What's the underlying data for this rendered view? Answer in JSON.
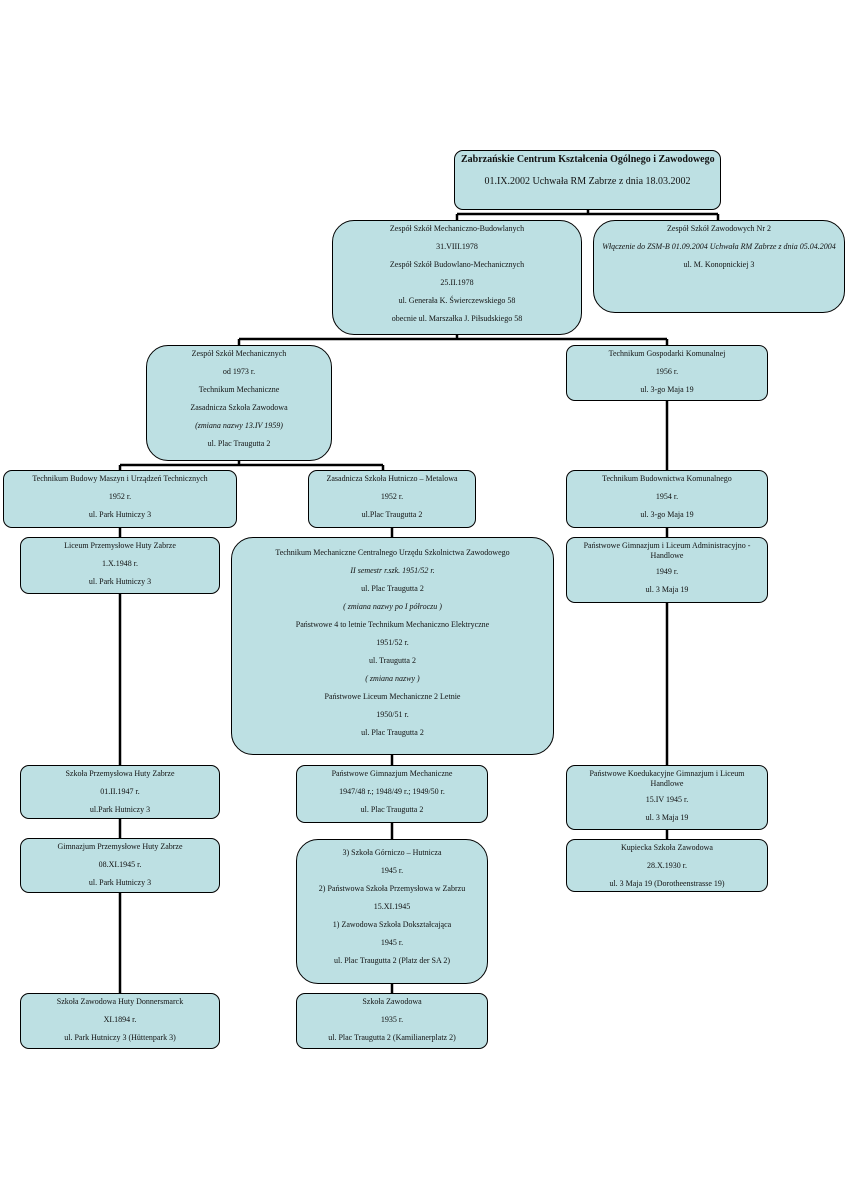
{
  "colors": {
    "box_fill": "#bde0e3",
    "line": "#000000"
  },
  "boxes": {
    "root": [
      "Zabrzańskie Centrum Kształcenia Ogólnego i Zawodowego",
      "01.IX.2002   Uchwała RM Zabrze z dnia 18.03.2002"
    ],
    "zsmb": [
      "Zespół Szkół Mechaniczno-Budowlanych",
      "31.VIII.1978",
      "Zespół Szkół Budowlano-Mechanicznych",
      "25.II.1978",
      "ul. Generała K. Świerczewskiego 58",
      "obecnie ul. Marszałka J. Piłsudskiego 58"
    ],
    "zsz2": [
      "Zespół Szkół Zawodowych Nr 2",
      "Włączenie do ZSM-B 01.09.2004 Uchwała RM Zabrze z dnia 05.04.2004",
      "ul. M. Konopnickiej 3"
    ],
    "zsm": [
      "Zespół Szkół Mechanicznych",
      "od 1973 r.",
      "Technikum Mechaniczne",
      "Zasadnicza Szkoła Zawodowa",
      "(zmiana nazwy 13.IV 1959)",
      "ul. Plac Traugutta 2"
    ],
    "tgk": [
      "Technikum  Gospodarki Komunalnej",
      "1956 r.",
      "ul. 3-go Maja 19"
    ],
    "tbm": [
      "Technikum Budowy Maszyn i Urządzeń Technicznych",
      "1952 r.",
      "ul. Park Hutniczy 3"
    ],
    "zsh": [
      "Zasadnicza Szkoła Hutniczo – Metalowa",
      "1952 r.",
      "ul.Plac Traugutta 2"
    ],
    "tbk": [
      "Technikum Budownictwa Komunalnego",
      "1954 r.",
      "ul. 3-go Maja 19"
    ],
    "lp": [
      "Liceum Przemysłowe Huty Zabrze",
      "1.X.1948 r.",
      "ul. Park Hutniczy 3"
    ],
    "tmc": [
      "Technikum Mechaniczne Centralnego Urzędu Szkolnictwa Zawodowego",
      "II semestr r.szk. 1951/52 r.",
      "ul. Plac Traugutta 2",
      "( zmiana nazwy po I półroczu )",
      "Państwowe 4   to letnie Technikum Mechaniczno    Elektryczne",
      "1951/52 r.",
      "ul. Traugutta 2",
      "( zmiana nazwy )",
      "Państwowe Liceum Mechaniczne 2    Letnie",
      "1950/51 r.",
      "ul. Plac Traugutta 2"
    ],
    "pgla": [
      "Państwowe Gimnazjum i Liceum Administracyjno - Handlowe",
      "1949 r.",
      "ul. 3 Maja 19"
    ],
    "sp": [
      "Szkoła Przemysłowa Huty Zabrze",
      "01.II.1947 r.",
      "ul.Park Hutniczy 3"
    ],
    "pgm": [
      "Państwowe Gimnazjum Mechaniczne",
      "1947/48 r.; 1948/49 r.; 1949/50 r.",
      "ul. Plac Traugutta 2"
    ],
    "pkg": [
      "Państwowe Koedukacyjne Gimnazjum i Liceum Handlowe",
      "15.IV 1945 r.",
      "ul. 3 Maja 19"
    ],
    "ghz": [
      "Gimnazjum Przemysłowe Huty Zabrze",
      "08.XI.1945 r.",
      "ul. Park Hutniczy 3"
    ],
    "sgh": [
      "3) Szkoła Górniczo – Hutnicza",
      "1945 r.",
      "2) Państwowa Szkoła Przemysłowa w Zabrzu",
      "15.XI.1945",
      "1) Zawodowa Szkoła Dokształcająca",
      "1945 r.",
      "ul. Plac Traugutta 2  (Platz der SA 2)"
    ],
    "ksz": [
      "Kupiecka Szkoła Zawodowa",
      "28.X.1930 r.",
      "ul. 3 Maja 19  (Dorotheenstrasse 19)"
    ],
    "szd": [
      "Szkoła Zawodowa Huty Donnersmarck",
      "XI.1894 r.",
      "ul. Park Hutniczy 3    (Hüttenpark 3)"
    ],
    "sz": [
      "Szkoła Zawodowa",
      "1935 r.",
      "ul. Plac Traugutta 2   (Kamilianerplatz 2)"
    ]
  }
}
